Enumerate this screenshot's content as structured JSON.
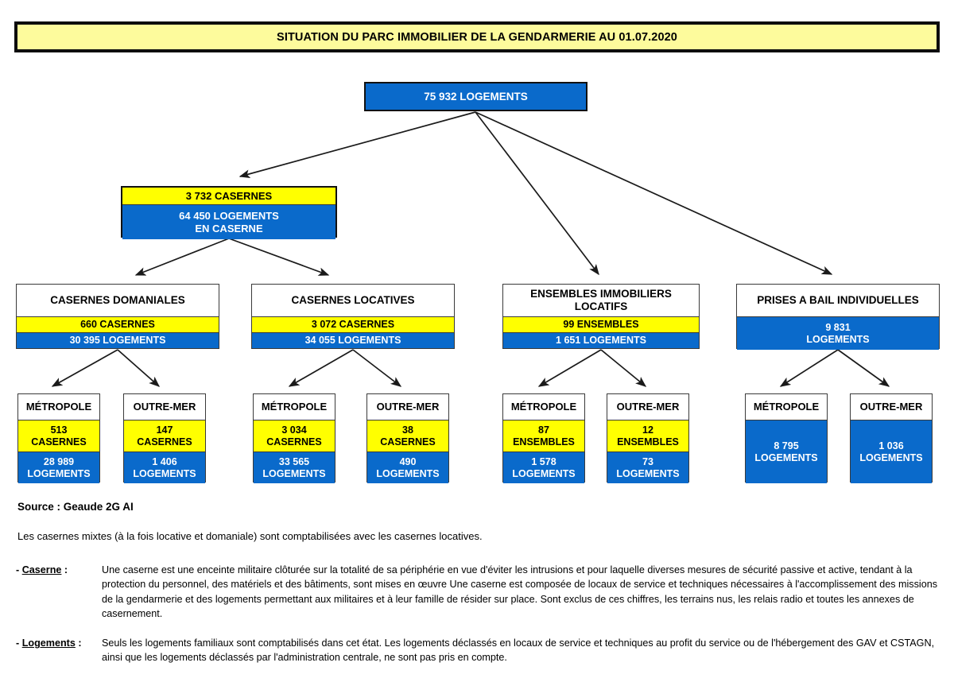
{
  "title": "SITUATION DU PARC IMMOBILIER DE LA GENDARMERIE AU 01.07.2020",
  "colors": {
    "blue": "#0a6acb",
    "yellow": "#ffff00",
    "banner_yellow": "#fdfb9c",
    "border": "#3a3a3a"
  },
  "root": {
    "value": "75 932  LOGEMENTS"
  },
  "level2": {
    "casernes": "3 732  CASERNES",
    "logements_line1": "64 450  LOGEMENTS",
    "logements_line2": "EN CASERNE"
  },
  "level3": [
    {
      "title": "CASERNES DOMANIALES",
      "yellow": "660  CASERNES",
      "blue": "30 395  LOGEMENTS"
    },
    {
      "title": "CASERNES LOCATIVES",
      "yellow": "3 072  CASERNES",
      "blue": "34 055  LOGEMENTS"
    },
    {
      "title_line1": "ENSEMBLES IMMOBILIERS",
      "title_line2": "LOCATIFS",
      "yellow": "99  ENSEMBLES",
      "blue": "1 651  LOGEMENTS"
    },
    {
      "title": "PRISES A BAIL INDIVIDUELLES",
      "blue_line1": "9 831",
      "blue_line2": "LOGEMENTS"
    }
  ],
  "leaves": [
    {
      "title": "MÉTROPOLE",
      "yellow_value": "513",
      "yellow_unit": "CASERNES",
      "blue_value": "28 989",
      "blue_unit": "LOGEMENTS"
    },
    {
      "title": "OUTRE-MER",
      "yellow_value": "147",
      "yellow_unit": "CASERNES",
      "blue_value": "1 406",
      "blue_unit": "LOGEMENTS"
    },
    {
      "title": "MÉTROPOLE",
      "yellow_value": "3 034",
      "yellow_unit": "CASERNES",
      "blue_value": "33 565",
      "blue_unit": "LOGEMENTS"
    },
    {
      "title": "OUTRE-MER",
      "yellow_value": "38",
      "yellow_unit": "CASERNES",
      "blue_value": "490",
      "blue_unit": "LOGEMENTS"
    },
    {
      "title": "MÉTROPOLE",
      "yellow_value": "87",
      "yellow_unit": "ENSEMBLES",
      "blue_value": "1 578",
      "blue_unit": "LOGEMENTS"
    },
    {
      "title": "OUTRE-MER",
      "yellow_value": "12",
      "yellow_unit": "ENSEMBLES",
      "blue_value": "73",
      "blue_unit": "LOGEMENTS"
    },
    {
      "title": "MÉTROPOLE",
      "blue_value": "8 795",
      "blue_unit": "LOGEMENTS"
    },
    {
      "title": "OUTRE-MER",
      "blue_value": "1 036",
      "blue_unit": "LOGEMENTS"
    }
  ],
  "footnotes": {
    "source": "Source : Geaude 2G  AI",
    "mixed_note": "Les casernes mixtes (à la fois locative et domaniale) sont comptabilisées avec les casernes locatives.",
    "caserne_marker_prefix": "- ",
    "caserne_term": "Caserne",
    "caserne_marker_suffix": " :",
    "caserne_text": "Une caserne est une enceinte militaire clôturée sur la totalité de sa périphérie en vue d'éviter les intrusions et pour laquelle diverses mesures de sécurité passive et active, tendant à la protection du personnel, des matériels et des bâtiments, sont mises en œuvre Une caserne est composée de locaux de service et techniques nécessaires à l'accomplissement des missions de la gendarmerie et des logements permettant aux militaires et à leur famille de résider sur place. Sont exclus de ces chiffres, les terrains nus, les relais radio et toutes les annexes de casernement.",
    "logements_marker_prefix": "- ",
    "logements_term": "Logements",
    "logements_marker_suffix": " :",
    "logements_text": "Seuls les logements familiaux sont comptabilisés dans cet état. Les logements déclassés en locaux de service et techniques au profit du service ou de l'hébergement des GAV et CSTAGN, ainsi que les logements déclassés par l'administration centrale, ne sont pas pris en compte."
  }
}
